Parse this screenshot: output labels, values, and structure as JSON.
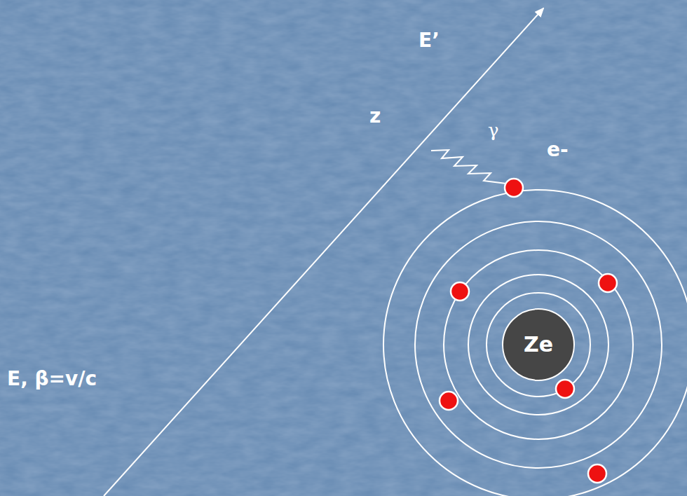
{
  "diagram": {
    "nodes": [
      {
        "text": [
          "Ze"
        ]
      }
    ],
    "labels": [
      "E’",
      "z",
      "γ",
      "e-",
      "E, β=v/c"
    ]
  }
}
